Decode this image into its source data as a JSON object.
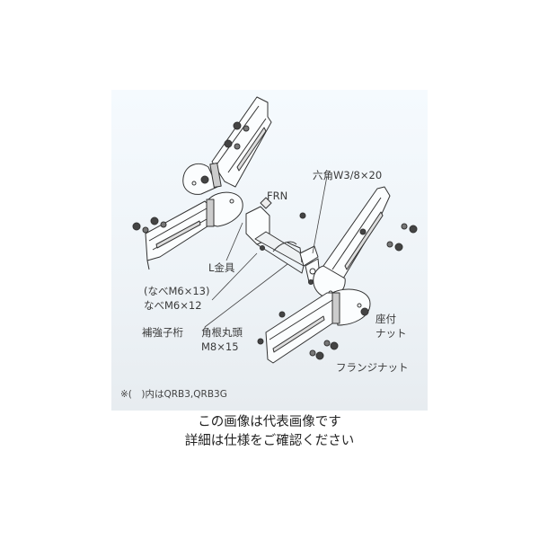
{
  "diagram": {
    "background_color": "#f2f7fb",
    "line_color": "#333333",
    "labels": {
      "hex_bolt": "六角W3/8×20",
      "frn": "FRN",
      "l_bracket": "L金具",
      "pan_screw_alt": "(なべM6×13)",
      "pan_screw": "なべM6×12",
      "reinforcement_beam": "補強子桁",
      "carriage_bolt_line1": "角根丸頭",
      "carriage_bolt_line2": "M8×15",
      "seat_nut_line1": "座付",
      "seat_nut_line2": "ナット",
      "flange_nut": "フランジナット"
    },
    "footnote": "※(　)内はQRB3,QRB3G"
  },
  "caption": {
    "line1": "この画像は代表画像です",
    "line2": "詳細は仕様をご確認ください"
  }
}
